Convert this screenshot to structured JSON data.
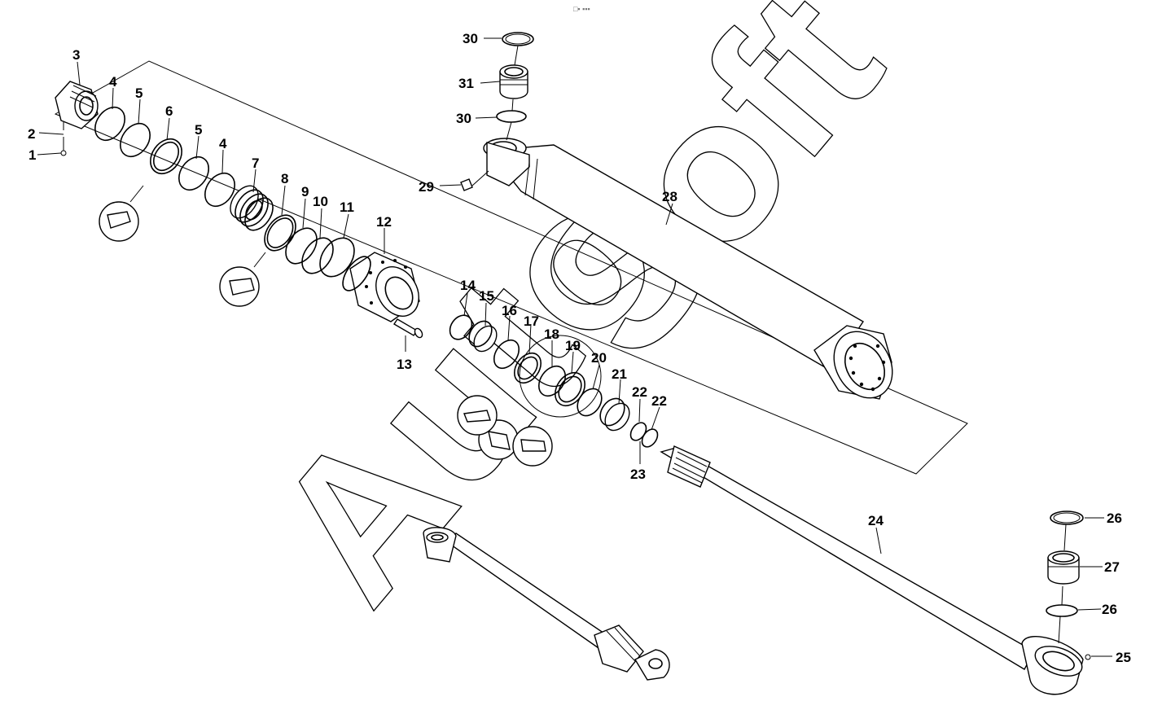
{
  "header_mark": "□▪ ▪▪▪",
  "watermark": {
    "word1": "Auto",
    "word2": "Soft"
  },
  "callouts": [
    {
      "id": "1",
      "text": "1"
    },
    {
      "id": "2",
      "text": "2"
    },
    {
      "id": "3",
      "text": "3"
    },
    {
      "id": "4a",
      "text": "4"
    },
    {
      "id": "5a",
      "text": "5"
    },
    {
      "id": "6",
      "text": "6"
    },
    {
      "id": "5b",
      "text": "5"
    },
    {
      "id": "4b",
      "text": "4"
    },
    {
      "id": "7",
      "text": "7"
    },
    {
      "id": "8",
      "text": "8"
    },
    {
      "id": "9",
      "text": "9"
    },
    {
      "id": "10",
      "text": "10"
    },
    {
      "id": "11",
      "text": "11"
    },
    {
      "id": "12",
      "text": "12"
    },
    {
      "id": "13",
      "text": "13"
    },
    {
      "id": "14",
      "text": "14"
    },
    {
      "id": "15",
      "text": "15"
    },
    {
      "id": "16",
      "text": "16"
    },
    {
      "id": "17",
      "text": "17"
    },
    {
      "id": "18",
      "text": "18"
    },
    {
      "id": "19",
      "text": "19"
    },
    {
      "id": "20",
      "text": "20"
    },
    {
      "id": "21",
      "text": "21"
    },
    {
      "id": "22a",
      "text": "22"
    },
    {
      "id": "22b",
      "text": "22"
    },
    {
      "id": "23",
      "text": "23"
    },
    {
      "id": "24",
      "text": "24"
    },
    {
      "id": "25",
      "text": "25"
    },
    {
      "id": "26a",
      "text": "26"
    },
    {
      "id": "27",
      "text": "27"
    },
    {
      "id": "26b",
      "text": "26"
    },
    {
      "id": "28",
      "text": "28"
    },
    {
      "id": "29",
      "text": "29"
    },
    {
      "id": "30a",
      "text": "30"
    },
    {
      "id": "31",
      "text": "31"
    },
    {
      "id": "30b",
      "text": "30"
    }
  ]
}
